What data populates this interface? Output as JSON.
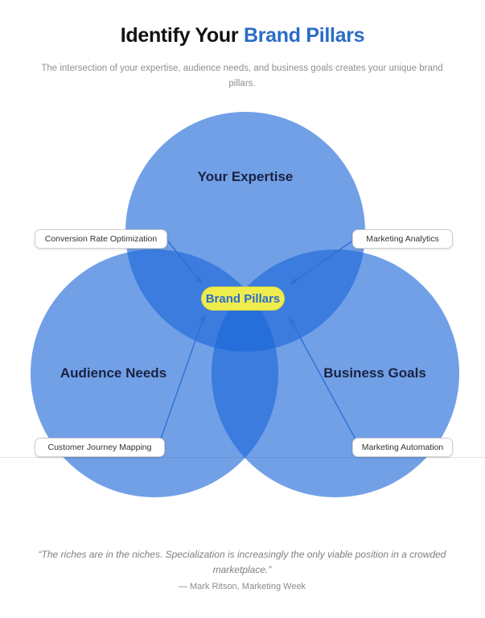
{
  "header": {
    "title_black": "Identify Your ",
    "title_accent": "Brand Pillars",
    "subtitle": "The intersection of your expertise, audience needs, and business goals creates your unique brand pillars."
  },
  "colors": {
    "accent_blue": "#2B6CC6",
    "circle_fill": "rgba(26,102,217,0.62)",
    "single_circle_appearance": "#71A0E7",
    "double_overlap_appearance": "#3B7CDE",
    "triple_overlap_appearance": "#266EDB",
    "arrow_blue": "#2E71D3",
    "pill_bg": "#EFEC4D",
    "pill_text": "#2B6CCE",
    "label_dark": "#1A2240",
    "muted_gray": "#8F8F8F"
  },
  "diagram": {
    "type": "venn-3",
    "circles": [
      {
        "id": "expertise",
        "label": "Your Expertise"
      },
      {
        "id": "audience",
        "label": "Audience Needs"
      },
      {
        "id": "business",
        "label": "Business Goals"
      }
    ],
    "center_label": "Brand Pillars",
    "callouts": [
      {
        "label": "Conversion Rate Optimization",
        "points_to": "center"
      },
      {
        "label": "Marketing Analytics",
        "points_to": "center"
      },
      {
        "label": "Customer Journey Mapping",
        "points_to": "center"
      },
      {
        "label": "Marketing Automation",
        "points_to": "center"
      }
    ]
  },
  "footer": {
    "quote": "“The riches are in the niches. Specialization is increasingly the only viable position in a crowded marketplace.”",
    "attribution": "— Mark Ritson, Marketing Week"
  }
}
